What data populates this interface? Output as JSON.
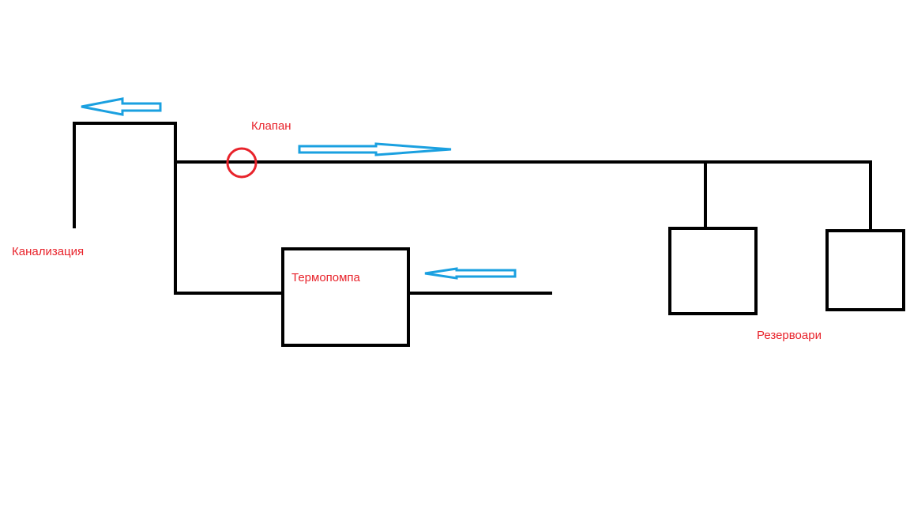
{
  "colors": {
    "pipe": "#000000",
    "label": "#e8232b",
    "arrow": "#1aa0e0",
    "valve": "#e8232b",
    "background": "#ffffff"
  },
  "labels": {
    "sewage": "Канализация",
    "valve": "Клапан",
    "heat_pump": "Термопомпа",
    "tanks": "Резервоари"
  }
}
